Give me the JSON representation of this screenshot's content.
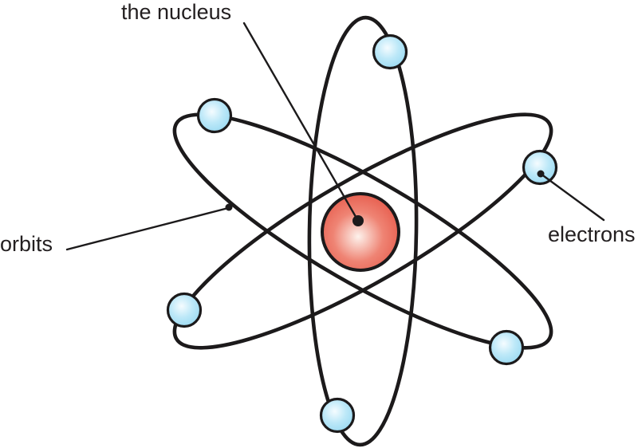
{
  "figure": {
    "type": "atom-diagram",
    "labels": {
      "nucleus": "the nucleus",
      "orbits": "orbits",
      "electrons": "electrons"
    },
    "colors": {
      "background": "#ffffff",
      "line": "#1c1a1b",
      "text": "#231f20",
      "nucleus_edge": "#e2493a",
      "nucleus_mid": "#ef8474",
      "nucleus_center": "#fdf2ec",
      "electron_edge": "#8ed5f0",
      "electron_mid": "#bce8f8",
      "electron_center": "#f5fcff"
    },
    "orbit_count": "3",
    "electron_count": "6"
  }
}
